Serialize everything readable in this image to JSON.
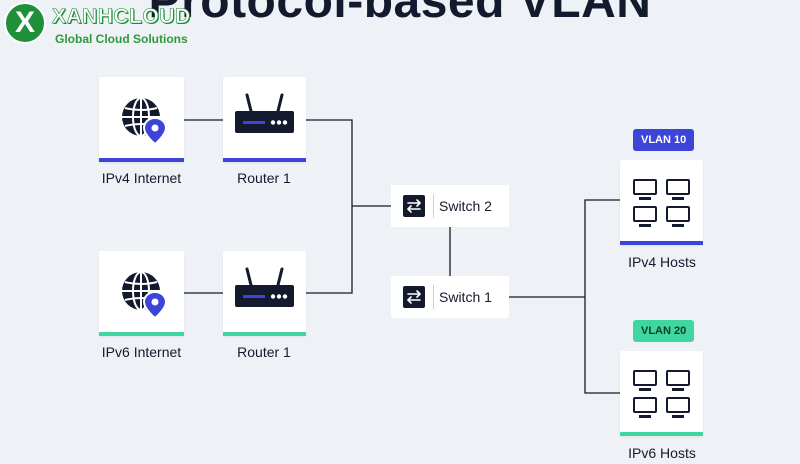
{
  "title": "Protocol-based VLAN",
  "logo": {
    "brand": "XANHCLOUD",
    "tagline": "Global Cloud Solutions",
    "mark": "X"
  },
  "colors": {
    "background": "#eef1f6",
    "ipv4_accent": "#3d44d8",
    "ipv6_accent": "#3fd6a0",
    "ink": "#141a2e"
  },
  "nodes": {
    "ipv4_internet": {
      "label": "IPv4 Internet",
      "icon": "globe-pin-icon"
    },
    "router_top": {
      "label": "Router 1",
      "icon": "router-icon"
    },
    "ipv6_internet": {
      "label": "IPv6 Internet",
      "icon": "globe-pin-icon"
    },
    "router_bottom": {
      "label": "Router 1",
      "icon": "router-icon"
    },
    "switch2": {
      "label": "Switch 2",
      "icon": "switch-arrows-icon"
    },
    "switch1": {
      "label": "Switch 1",
      "icon": "switch-arrows-icon"
    },
    "ipv4_hosts": {
      "label": "IPv4 Hosts",
      "vlan": "VLAN 10",
      "icon": "hosts-grid-icon"
    },
    "ipv6_hosts": {
      "label": "IPv6 Hosts",
      "vlan": "VLAN 20",
      "icon": "hosts-grid-icon"
    }
  }
}
